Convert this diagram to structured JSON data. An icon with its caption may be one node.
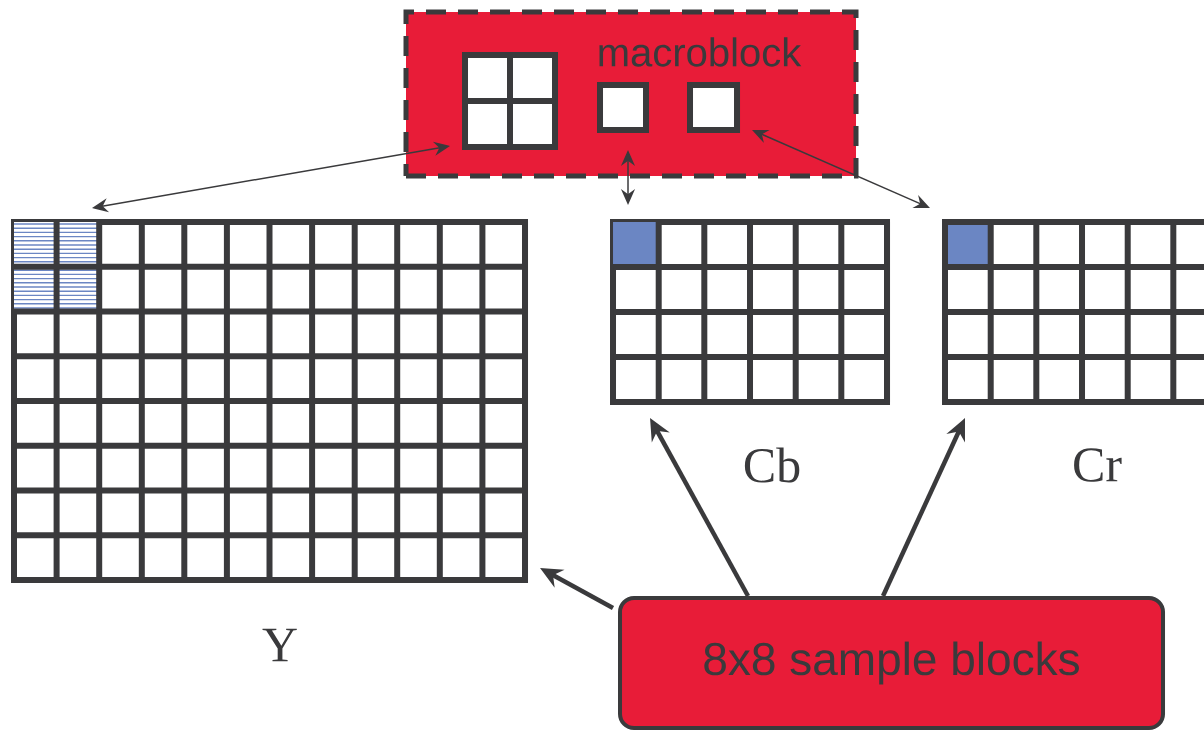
{
  "diagram": {
    "nodes": [
      {
        "text": [
          "macroblock"
        ]
      },
      {
        "text": [],
        "shape": "box",
        "in": 0
      },
      {
        "text": [],
        "shape": "box",
        "in": 0
      },
      {
        "text": [],
        "shape": "box",
        "in": 0
      },
      {
        "text": [
          "Y"
        ]
      },
      {
        "text": [
          "Cb"
        ]
      },
      {
        "text": [
          "Cr"
        ]
      },
      {
        "text": [
          "8x8 sample blocks"
        ]
      }
    ],
    "edges": [
      {
        "from": 1,
        "to": 4,
        "arrow": "both"
      },
      {
        "from": 2,
        "to": 5,
        "arrow": "both"
      },
      {
        "from": 3,
        "to": 6,
        "arrow": "both"
      },
      {
        "from": 7,
        "to": 4,
        "arrow": "to",
        "style": "thick"
      },
      {
        "from": 7,
        "to": 5,
        "arrow": "to",
        "style": "thick"
      },
      {
        "from": 7,
        "to": 6,
        "arrow": "to",
        "style": "thick"
      }
    ]
  }
}
